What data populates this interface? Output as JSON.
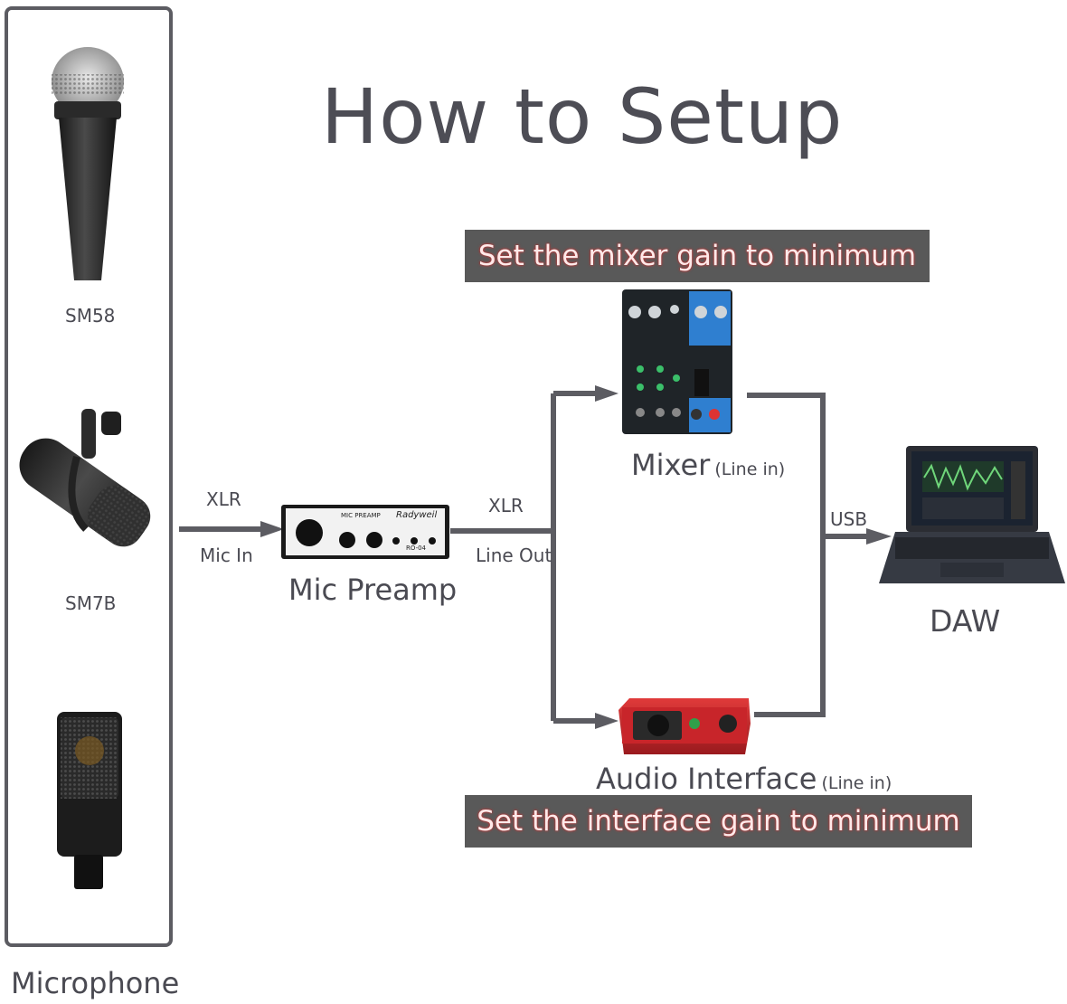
{
  "title": "How to Setup",
  "microphone": {
    "panel_label": "Microphone",
    "items": [
      "SM58",
      "SM7B"
    ]
  },
  "connections": {
    "to_preamp_top": "XLR",
    "to_preamp_bottom": "Mic In",
    "from_preamp_top": "XLR",
    "from_preamp_bottom": "Line Out",
    "to_daw": "USB"
  },
  "devices": {
    "preamp": {
      "label": "Mic Preamp",
      "panel_title": "MIC PREAMP",
      "brand": "Radyweil",
      "model": "RO-04"
    },
    "mixer": {
      "label": "Mixer",
      "sub": "(Line in)"
    },
    "interface": {
      "label": "Audio Interface",
      "sub": "(Line in)"
    },
    "daw": {
      "label": "DAW"
    }
  },
  "banners": {
    "mixer": "Set the mixer gain to minimum",
    "interface": "Set the interface gain to minimum"
  },
  "colors": {
    "line": "#5c5c62",
    "banner_bg": "#595959",
    "banner_text": "#ffe9e9",
    "interface_red": "#c8252a"
  }
}
